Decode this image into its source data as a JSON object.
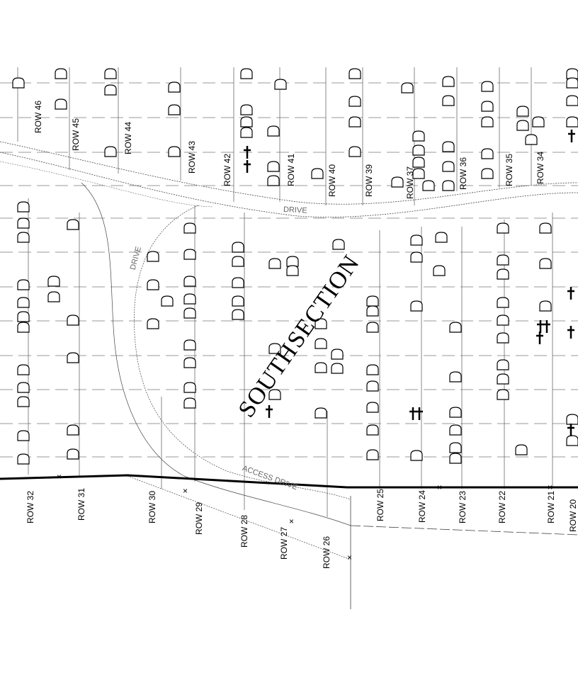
{
  "map": {
    "section_title": "SOUTH SECTION",
    "section_title_words": [
      "SOUTH",
      "SECTION"
    ],
    "drive_labels": [
      "DRIVE",
      "DRIVE",
      "ACCESS DRIVE"
    ],
    "rows_top": [
      "ROW 46",
      "ROW 45",
      "ROW 44",
      "ROW 43",
      "ROW 42",
      "ROW 41",
      "ROW 40",
      "ROW 39",
      "ROW 37",
      "ROW 36",
      "ROW 35",
      "ROW 34"
    ],
    "rows_bottom": [
      "ROW 32",
      "ROW 31",
      "ROW 30",
      "ROW 29",
      "ROW 28",
      "ROW 27",
      "ROW 26",
      "ROW 25",
      "ROW 24",
      "ROW 23",
      "ROW 22",
      "ROW 21",
      "ROW 20"
    ],
    "line_color": "#000000",
    "grid_color": "#777777"
  }
}
